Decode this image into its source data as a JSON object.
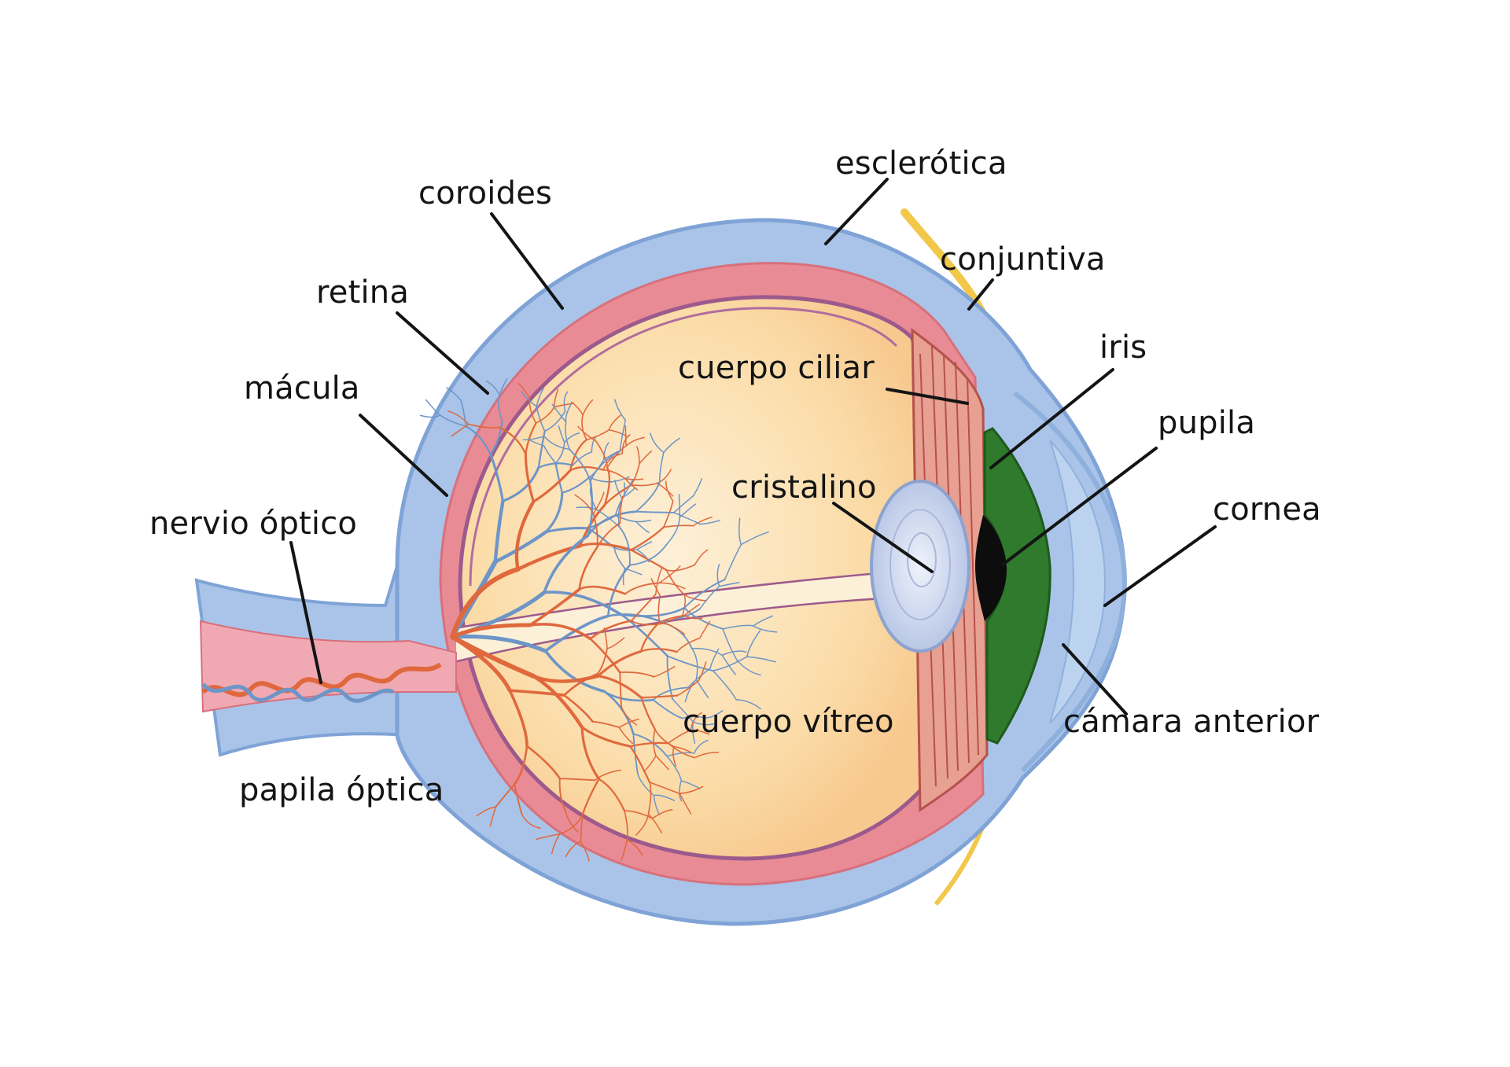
{
  "labels": {
    "esclerotica": "esclerótica",
    "coroides": "coroides",
    "conjuntiva": "conjuntiva",
    "retina": "retina",
    "iris": "iris",
    "cuerpo_ciliar": "cuerpo ciliar",
    "macula": "mácula",
    "pupila": "pupila",
    "cristalino": "cristalino",
    "cornea": "cornea",
    "nervio_optico": "nervio óptico",
    "cuerpo_vitreo": "cuerpo vítreo",
    "camara_anterior": "cámara anterior",
    "papila_optica": "papila óptica"
  },
  "colors": {
    "sclera": "#a9c4e8",
    "sclera_edge": "#7fa3d6",
    "choroid": "#e98b95",
    "retina_line": "#9c5a8c",
    "vitreous": "#fbdca8",
    "vitreous_light": "#fdf0d8",
    "artery": "#e0683d",
    "vein": "#6d95c7",
    "iris": "#2f7a2c",
    "lens": "#c8d4ee",
    "conjunctiva": "#f2c84b",
    "pointer": "#141414"
  }
}
